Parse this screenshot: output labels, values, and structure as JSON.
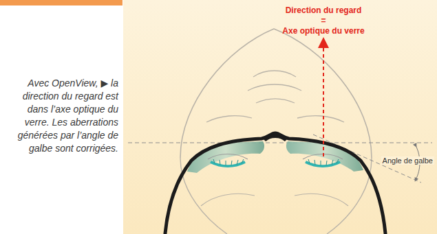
{
  "diagram": {
    "caption": "Avec OpenView, ▶ la direction du regard est dans l’axe optique du verre. Les aberrations générées par l’angle de galbe sont corrigées.",
    "labels": [
      "Direction du regard",
      "=",
      "Axe optique du verre",
      "Angle de galbe"
    ]
  }
}
